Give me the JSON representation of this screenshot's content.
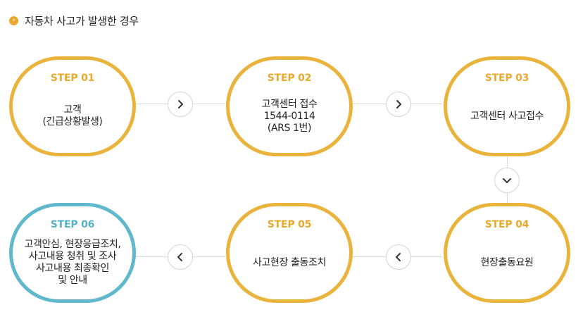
{
  "heading": {
    "bullet_icon": "chevron-right-bullet",
    "title": "자동차 사고가 발생한 경우"
  },
  "colors": {
    "accent": "#e9b33c",
    "final": "#5fb8cc",
    "line": "#dcdcdc"
  },
  "steps": [
    {
      "label": "STEP 01",
      "lines": [
        "고객",
        "(긴급상황발생)"
      ]
    },
    {
      "label": "STEP 02",
      "lines": [
        "고객센터 접수",
        "1544-0114",
        "(ARS 1번)"
      ]
    },
    {
      "label": "STEP 03",
      "lines": [
        "고객센터 사고접수"
      ]
    },
    {
      "label": "STEP 04",
      "lines": [
        "현장출동요원"
      ]
    },
    {
      "label": "STEP 05",
      "lines": [
        "사고현장 출동조치"
      ]
    },
    {
      "label": "STEP 06",
      "lines": [
        "고객안심, 현장응급조치,",
        "사고내용 청취 및 조사",
        "사고내용 최종확인",
        "및 안내"
      ]
    }
  ],
  "arrows": {
    "a12": "chevron-right-icon",
    "a23": "chevron-right-icon",
    "a34": "chevron-down-icon",
    "a45": "chevron-left-icon",
    "a56": "chevron-left-icon"
  }
}
